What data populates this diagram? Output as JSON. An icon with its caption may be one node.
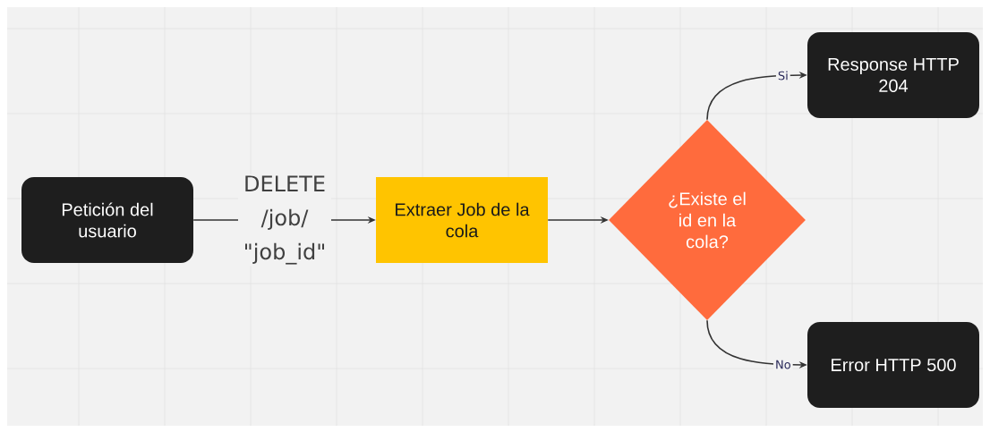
{
  "diagram": {
    "nodes": [
      {
        "text": [
          "Petición del usuario"
        ]
      },
      {
        "text": [
          "Extraer Job de la cola"
        ]
      },
      {
        "text": [
          "¿Existe el id en la cola?"
        ]
      },
      {
        "text": [
          "Response HTTP 204"
        ]
      },
      {
        "text": [
          "Error HTTP 500"
        ]
      }
    ],
    "edges": [
      {
        "from": 0,
        "to": 1,
        "arrow": "to",
        "label": "DELETE /job/ \"job_id\""
      },
      {
        "from": 1,
        "to": 2,
        "arrow": "to"
      },
      {
        "from": 2,
        "to": 3,
        "arrow": "to",
        "label": "Si"
      },
      {
        "from": 2,
        "to": 4,
        "arrow": "to",
        "label": "No"
      }
    ]
  }
}
